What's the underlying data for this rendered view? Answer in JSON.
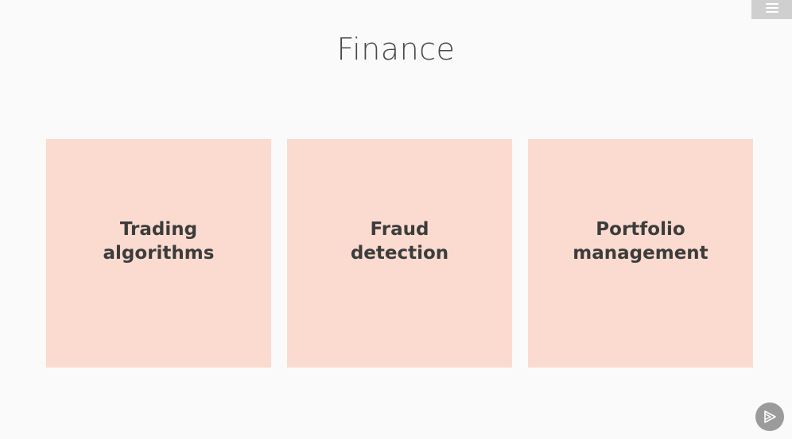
{
  "slide": {
    "title": "Finance",
    "cards": [
      {
        "label": "Trading\nalgorithms"
      },
      {
        "label": "Fraud\ndetection"
      },
      {
        "label": "Portfolio\nmanagement"
      }
    ]
  },
  "icons": {
    "menu": "hamburger-menu-icon",
    "player": "play-logo-icon"
  },
  "colors": {
    "card_background": "#fbdbcf",
    "title_text": "#4a4a4a",
    "menu_background": "#cfcfcf"
  }
}
